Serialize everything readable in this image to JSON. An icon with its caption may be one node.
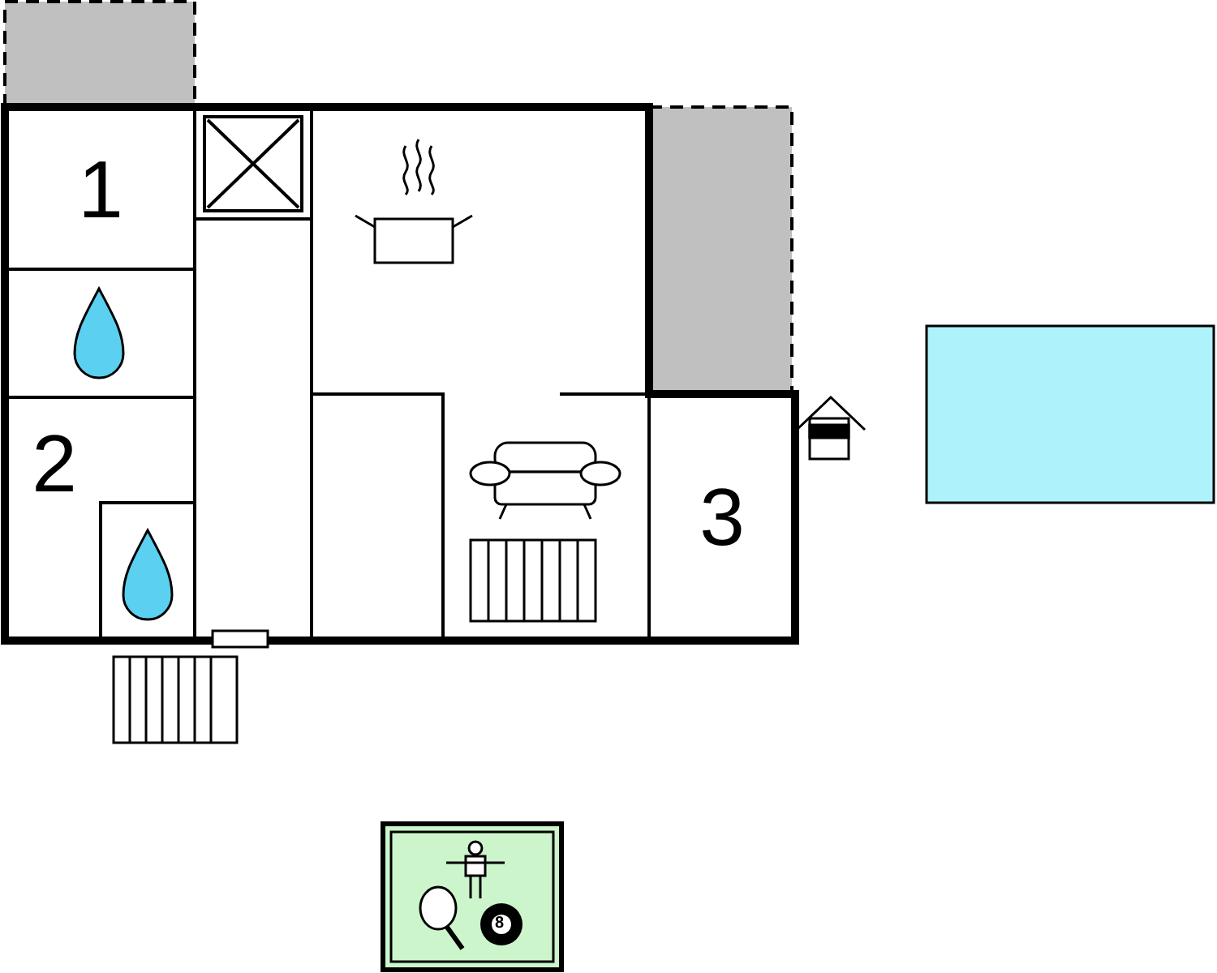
{
  "diagram": {
    "nodes": [
      {
        "text": [],
        "shape": "box"
      },
      {
        "text": [
          "1"
        ]
      },
      {
        "text": [],
        "shape": "box"
      },
      {
        "text": [],
        "shape": "box"
      },
      {
        "text": [
          "2"
        ]
      },
      {
        "text": [
          "3"
        ]
      }
    ],
    "edges": [],
    "labels": [
      "8"
    ]
  }
}
